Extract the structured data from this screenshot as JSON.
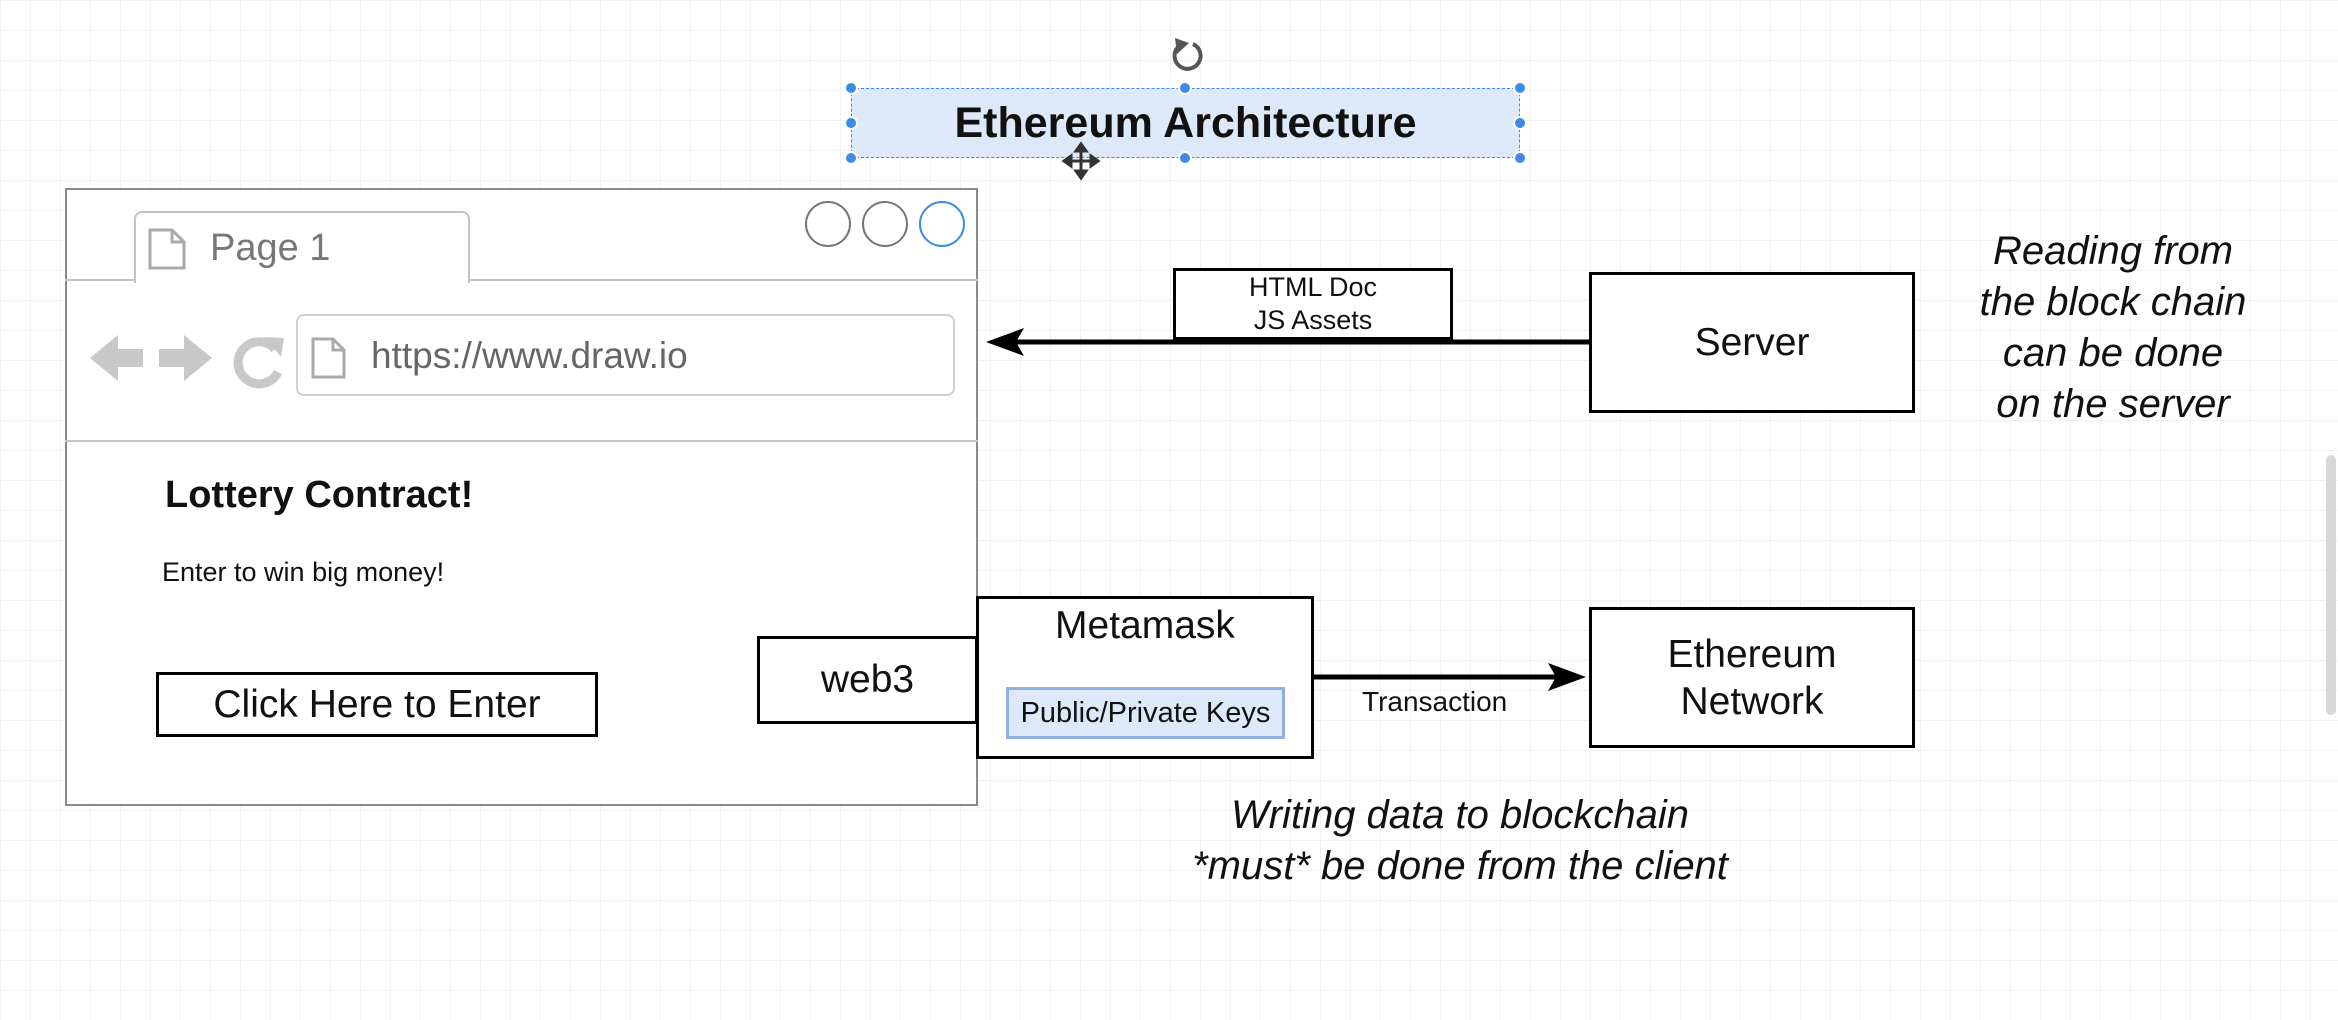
{
  "diagram": {
    "title": "Ethereum Architecture",
    "browser": {
      "tab_label": "Page 1",
      "url": "https://www.draw.io",
      "content": {
        "heading": "Lottery Contract!",
        "subtitle": "Enter to win big money!",
        "enter_button": "Click Here to Enter"
      }
    },
    "nodes": {
      "html_doc_line1": "HTML Doc",
      "html_doc_line2": "JS Assets",
      "server": "Server",
      "web3": "web3",
      "metamask": "Metamask",
      "keys": "Public/Private Keys",
      "ethereum_line1": "Ethereum",
      "ethereum_line2": "Network"
    },
    "edges": {
      "transaction": "Transaction"
    },
    "notes": {
      "reading": [
        "Reading from",
        "the block chain",
        "can be done",
        "on the server"
      ],
      "writing": [
        "Writing data to blockchain",
        "*must* be done from the client"
      ]
    }
  },
  "colors": {
    "selection": "#3d8be6",
    "selection_fill": "#dde9f8",
    "grid": "#f1f1f1"
  },
  "icons": [
    "rotate-icon",
    "move-icon",
    "page-icon",
    "back-arrow-icon",
    "forward-arrow-icon",
    "reload-icon"
  ]
}
